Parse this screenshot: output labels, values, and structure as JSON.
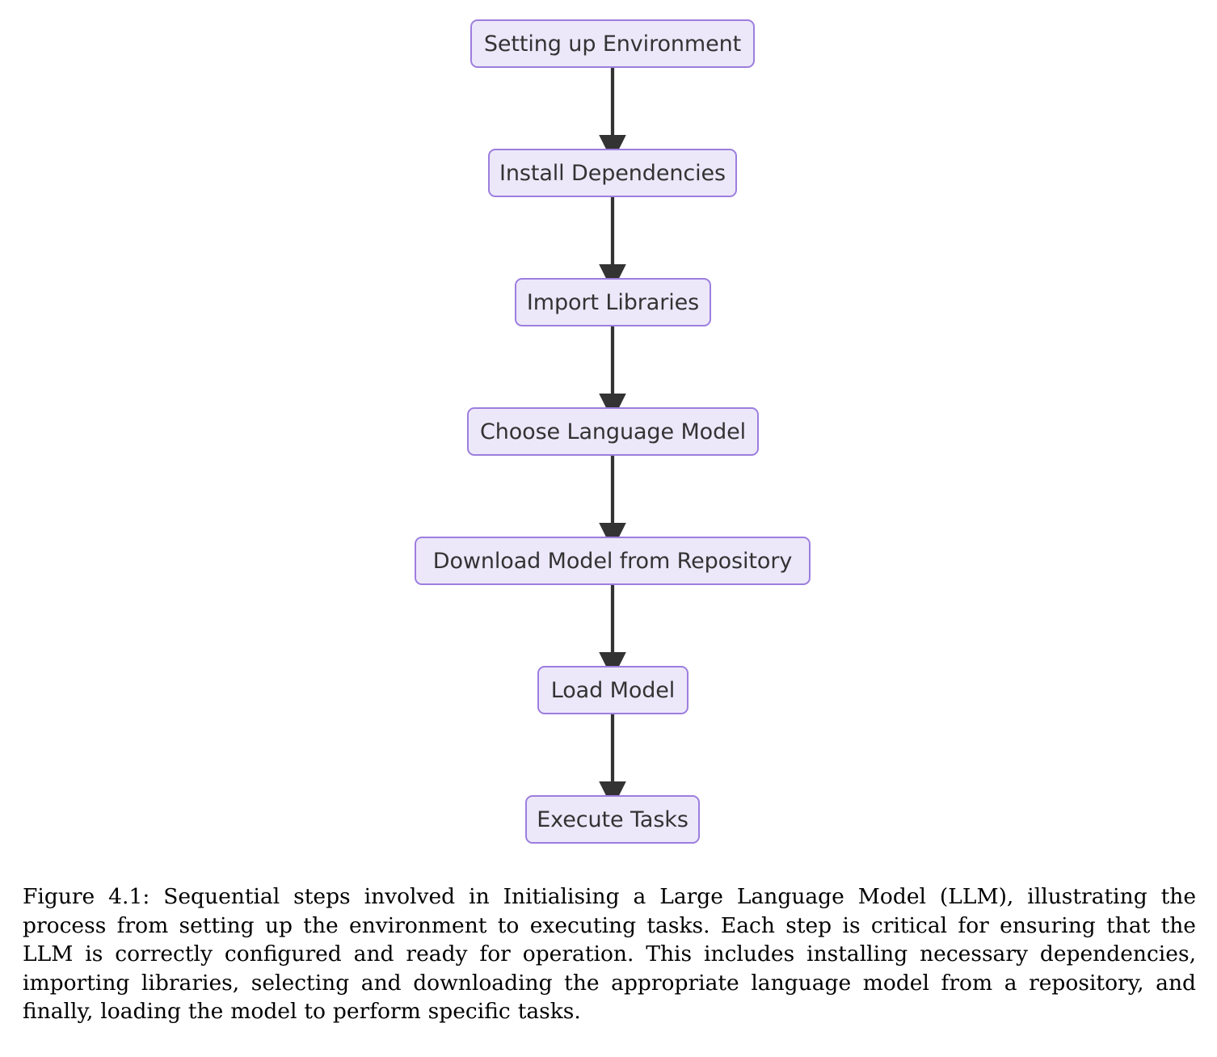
{
  "figure": {
    "type": "flowchart",
    "orientation": "top-to-bottom",
    "node_fill_color": "#ece8fa",
    "node_border_color": "#9d7ede",
    "node_text_color": "#333333",
    "arrow_color": "#333333",
    "background_color": "#ffffff",
    "nodes": [
      {
        "id": "setting-up-environment",
        "label": "Setting up Environment"
      },
      {
        "id": "install-dependencies",
        "label": "Install Dependencies"
      },
      {
        "id": "import-libraries",
        "label": "Import Libraries"
      },
      {
        "id": "choose-language-model",
        "label": "Choose Language Model"
      },
      {
        "id": "download-model",
        "label": "Download Model from Repository"
      },
      {
        "id": "load-model",
        "label": "Load Model"
      },
      {
        "id": "execute-tasks",
        "label": "Execute Tasks"
      }
    ],
    "edges": [
      {
        "from": "setting-up-environment",
        "to": "install-dependencies"
      },
      {
        "from": "install-dependencies",
        "to": "import-libraries"
      },
      {
        "from": "import-libraries",
        "to": "choose-language-model"
      },
      {
        "from": "choose-language-model",
        "to": "download-model"
      },
      {
        "from": "download-model",
        "to": "load-model"
      },
      {
        "from": "load-model",
        "to": "execute-tasks"
      }
    ]
  },
  "caption": {
    "label": "Figure 4.1:",
    "text": "Sequential steps involved in Initialising a Large Language Model (LLM), illustrating the process from setting up the environment to executing tasks. Each step is critical for ensuring that the LLM is correctly configured and ready for operation. This includes installing necessary dependencies, importing libraries, selecting and downloading the appropriate language model from a repository, and finally, loading the model to perform specific tasks.",
    "full": "Figure 4.1: Sequential steps involved in Initialising a Large Language Model (LLM), illustrating the process from setting up the environment to executing tasks. Each step is critical for ensuring that the LLM is correctly configured and ready for operation. This includes installing necessary dependencies, importing libraries, selecting and downloading the appropriate language model from a repository, and finally, loading the model to perform specific tasks."
  }
}
